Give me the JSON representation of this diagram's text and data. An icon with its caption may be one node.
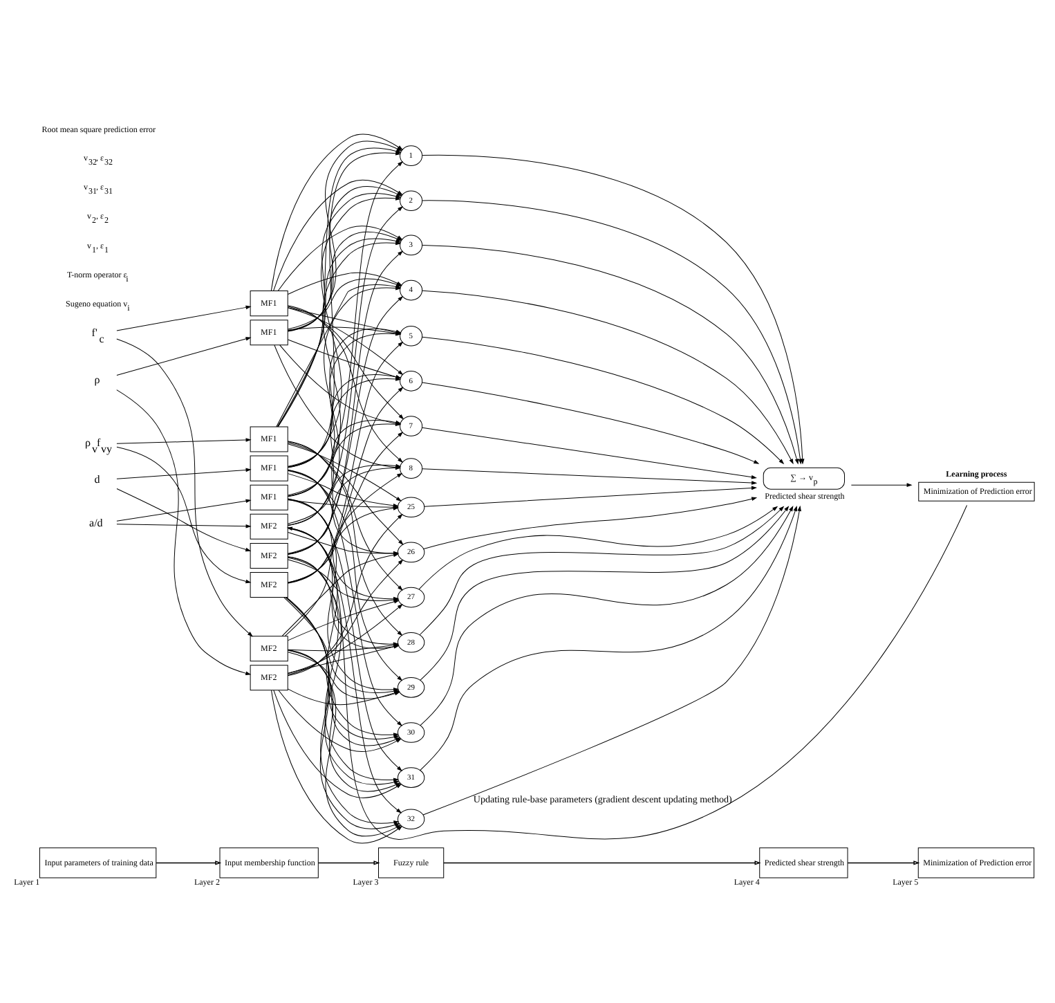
{
  "diagram": {
    "nodes": [
      {
        "text": [
          "Input parameters of training data"
        ],
        "beside": [
          "Layer 1"
        ]
      },
      {
        "text": [
          "Input membership function"
        ],
        "beside": [
          "Layer 2"
        ]
      },
      {
        "text": [
          "Fuzzy rule"
        ],
        "beside": [
          "Layer 3"
        ]
      },
      {
        "text": [
          "Predicted shear strength"
        ],
        "beside": [
          "Layer 4"
        ]
      },
      {
        "text": [
          "Minimization of Prediction error"
        ],
        "beside": [
          "Layer 5"
        ]
      },
      {
        "text": [
          "f'$_{c}$"
        ]
      },
      {
        "text": [
          "ρ"
        ]
      },
      {
        "text": [
          "ρ$_{v}$f$_{vy}$"
        ]
      },
      {
        "text": [
          "d"
        ]
      },
      {
        "text": [
          "a/d"
        ]
      },
      {
        "text": [
          "MF1"
        ]
      },
      {
        "text": [
          "MF2"
        ]
      },
      {
        "text": [
          "MF1"
        ]
      },
      {
        "text": [
          "MF2"
        ]
      },
      {
        "text": [
          "MF1"
        ]
      },
      {
        "text": [
          "MF2"
        ]
      },
      {
        "text": [
          "MF1"
        ]
      },
      {
        "text": [
          "MF2"
        ]
      },
      {
        "text": [
          "MF1"
        ]
      },
      {
        "text": [
          "MF2"
        ]
      },
      {
        "text": [
          "1"
        ]
      },
      {
        "text": [
          "2"
        ]
      },
      {
        "text": [
          "3"
        ]
      },
      {
        "text": [
          "4"
        ]
      },
      {
        "text": [
          "5"
        ]
      },
      {
        "text": [
          "6"
        ]
      },
      {
        "text": [
          "7"
        ]
      },
      {
        "text": [
          "8"
        ]
      },
      {
        "text": [
          "25"
        ]
      },
      {
        "text": [
          "26"
        ]
      },
      {
        "text": [
          "27"
        ]
      },
      {
        "text": [
          "28"
        ]
      },
      {
        "text": [
          "29"
        ]
      },
      {
        "text": [
          "30"
        ]
      },
      {
        "text": [
          "31"
        ]
      },
      {
        "text": [
          "32"
        ]
      },
      {
        "text": [
          "∑ → v$_{p}$"
        ],
        "beside": [
          "Predicted shear strength"
        ]
      },
      {
        "text": [
          "Learning process",
          "Minimization of Prediction error"
        ]
      }
    ],
    "edges": [
      {
        "from": 0,
        "to": 1,
        "arrow": "to"
      },
      {
        "from": 1,
        "to": 2,
        "arrow": "to"
      },
      {
        "from": 2,
        "to": 3,
        "arrow": "to"
      },
      {
        "from": 3,
        "to": 4,
        "arrow": "to"
      },
      {
        "from": 5,
        "to": 10,
        "arrow": "to"
      },
      {
        "from": 5,
        "to": 11,
        "arrow": "to"
      },
      {
        "from": 6,
        "to": 12,
        "arrow": "to"
      },
      {
        "from": 6,
        "to": 13,
        "arrow": "to"
      },
      {
        "from": 7,
        "to": 14,
        "arrow": "to"
      },
      {
        "from": 7,
        "to": 15,
        "arrow": "to"
      },
      {
        "from": 8,
        "to": 16,
        "arrow": "to"
      },
      {
        "from": 8,
        "to": 17,
        "arrow": "to"
      },
      {
        "from": 9,
        "to": 18,
        "arrow": "to"
      },
      {
        "from": 9,
        "to": 19,
        "arrow": "to"
      },
      {
        "from": 10,
        "to": 20,
        "arrow": "to"
      },
      {
        "from": 10,
        "to": 21,
        "arrow": "to"
      },
      {
        "from": 10,
        "to": 22,
        "arrow": "to"
      },
      {
        "from": 10,
        "to": 23,
        "arrow": "to"
      },
      {
        "from": 10,
        "to": 24,
        "arrow": "to"
      },
      {
        "from": 10,
        "to": 25,
        "arrow": "to"
      },
      {
        "from": 10,
        "to": 26,
        "arrow": "to"
      },
      {
        "from": 10,
        "to": 27,
        "arrow": "to"
      },
      {
        "from": 11,
        "to": 28,
        "arrow": "to"
      },
      {
        "from": 11,
        "to": 29,
        "arrow": "to"
      },
      {
        "from": 11,
        "to": 30,
        "arrow": "to"
      },
      {
        "from": 11,
        "to": 31,
        "arrow": "to"
      },
      {
        "from": 11,
        "to": 32,
        "arrow": "to"
      },
      {
        "from": 11,
        "to": 33,
        "arrow": "to"
      },
      {
        "from": 11,
        "to": 34,
        "arrow": "to"
      },
      {
        "from": 11,
        "to": 35,
        "arrow": "to"
      },
      {
        "from": 12,
        "to": 20,
        "arrow": "to"
      },
      {
        "from": 12,
        "to": 21,
        "arrow": "to"
      },
      {
        "from": 12,
        "to": 22,
        "arrow": "to"
      },
      {
        "from": 12,
        "to": 23,
        "arrow": "to"
      },
      {
        "from": 12,
        "to": 24,
        "arrow": "to"
      },
      {
        "from": 12,
        "to": 25,
        "arrow": "to"
      },
      {
        "from": 12,
        "to": 26,
        "arrow": "to"
      },
      {
        "from": 12,
        "to": 27,
        "arrow": "to"
      },
      {
        "from": 13,
        "to": 28,
        "arrow": "to"
      },
      {
        "from": 13,
        "to": 29,
        "arrow": "to"
      },
      {
        "from": 13,
        "to": 30,
        "arrow": "to"
      },
      {
        "from": 13,
        "to": 31,
        "arrow": "to"
      },
      {
        "from": 13,
        "to": 32,
        "arrow": "to"
      },
      {
        "from": 13,
        "to": 33,
        "arrow": "to"
      },
      {
        "from": 13,
        "to": 34,
        "arrow": "to"
      },
      {
        "from": 13,
        "to": 35,
        "arrow": "to"
      },
      {
        "from": 14,
        "to": 20,
        "arrow": "to"
      },
      {
        "from": 14,
        "to": 21,
        "arrow": "to"
      },
      {
        "from": 14,
        "to": 22,
        "arrow": "to"
      },
      {
        "from": 14,
        "to": 23,
        "arrow": "to"
      },
      {
        "from": 14,
        "to": 28,
        "arrow": "to"
      },
      {
        "from": 14,
        "to": 29,
        "arrow": "to"
      },
      {
        "from": 14,
        "to": 30,
        "arrow": "to"
      },
      {
        "from": 14,
        "to": 31,
        "arrow": "to"
      },
      {
        "from": 15,
        "to": 24,
        "arrow": "to"
      },
      {
        "from": 15,
        "to": 25,
        "arrow": "to"
      },
      {
        "from": 15,
        "to": 26,
        "arrow": "to"
      },
      {
        "from": 15,
        "to": 27,
        "arrow": "to"
      },
      {
        "from": 15,
        "to": 32,
        "arrow": "to"
      },
      {
        "from": 15,
        "to": 33,
        "arrow": "to"
      },
      {
        "from": 15,
        "to": 34,
        "arrow": "to"
      },
      {
        "from": 15,
        "to": 35,
        "arrow": "to"
      },
      {
        "from": 16,
        "to": 20,
        "arrow": "to"
      },
      {
        "from": 16,
        "to": 21,
        "arrow": "to"
      },
      {
        "from": 16,
        "to": 24,
        "arrow": "to"
      },
      {
        "from": 16,
        "to": 25,
        "arrow": "to"
      },
      {
        "from": 16,
        "to": 28,
        "arrow": "to"
      },
      {
        "from": 16,
        "to": 29,
        "arrow": "to"
      },
      {
        "from": 16,
        "to": 32,
        "arrow": "to"
      },
      {
        "from": 16,
        "to": 33,
        "arrow": "to"
      },
      {
        "from": 17,
        "to": 22,
        "arrow": "to"
      },
      {
        "from": 17,
        "to": 23,
        "arrow": "to"
      },
      {
        "from": 17,
        "to": 26,
        "arrow": "to"
      },
      {
        "from": 17,
        "to": 27,
        "arrow": "to"
      },
      {
        "from": 17,
        "to": 30,
        "arrow": "to"
      },
      {
        "from": 17,
        "to": 31,
        "arrow": "to"
      },
      {
        "from": 17,
        "to": 34,
        "arrow": "to"
      },
      {
        "from": 17,
        "to": 35,
        "arrow": "to"
      },
      {
        "from": 18,
        "to": 20,
        "arrow": "to"
      },
      {
        "from": 18,
        "to": 22,
        "arrow": "to"
      },
      {
        "from": 18,
        "to": 24,
        "arrow": "to"
      },
      {
        "from": 18,
        "to": 26,
        "arrow": "to"
      },
      {
        "from": 18,
        "to": 28,
        "arrow": "to"
      },
      {
        "from": 18,
        "to": 30,
        "arrow": "to"
      },
      {
        "from": 18,
        "to": 32,
        "arrow": "to"
      },
      {
        "from": 18,
        "to": 34,
        "arrow": "to"
      },
      {
        "from": 19,
        "to": 21,
        "arrow": "to"
      },
      {
        "from": 19,
        "to": 23,
        "arrow": "to"
      },
      {
        "from": 19,
        "to": 25,
        "arrow": "to"
      },
      {
        "from": 19,
        "to": 27,
        "arrow": "to"
      },
      {
        "from": 19,
        "to": 29,
        "arrow": "to"
      },
      {
        "from": 19,
        "to": 31,
        "arrow": "to"
      },
      {
        "from": 19,
        "to": 33,
        "arrow": "to"
      },
      {
        "from": 19,
        "to": 35,
        "arrow": "to"
      },
      {
        "from": 20,
        "to": 36,
        "arrow": "to"
      },
      {
        "from": 21,
        "to": 36,
        "arrow": "to"
      },
      {
        "from": 22,
        "to": 36,
        "arrow": "to"
      },
      {
        "from": 23,
        "to": 36,
        "arrow": "to"
      },
      {
        "from": 24,
        "to": 36,
        "arrow": "to"
      },
      {
        "from": 25,
        "to": 36,
        "arrow": "to"
      },
      {
        "from": 26,
        "to": 36,
        "arrow": "to"
      },
      {
        "from": 27,
        "to": 36,
        "arrow": "to"
      },
      {
        "from": 28,
        "to": 36,
        "arrow": "to"
      },
      {
        "from": 29,
        "to": 36,
        "arrow": "to"
      },
      {
        "from": 30,
        "to": 36,
        "arrow": "to"
      },
      {
        "from": 31,
        "to": 36,
        "arrow": "to"
      },
      {
        "from": 32,
        "to": 36,
        "arrow": "to"
      },
      {
        "from": 33,
        "to": 36,
        "arrow": "to"
      },
      {
        "from": 34,
        "to": 36,
        "arrow": "to"
      },
      {
        "from": 35,
        "to": 36,
        "arrow": "to"
      },
      {
        "from": 36,
        "to": 37,
        "arrow": "to"
      },
      {
        "from": 37,
        "to": 19,
        "arrow": "to",
        "label": "Updating rule-base parameters (gradient descent updating method)"
      }
    ],
    "labels": [
      "Sugeno equation v$_{i}$",
      "T-norm operator ε$_{i}$",
      "v$_{1}$, ε$_{1}$",
      "v$_{2}$, ε$_{2}$",
      "v$_{31}$, ε$_{31}$",
      "v$_{32}$, ε$_{32}$",
      "Root mean square prediction error"
    ]
  }
}
